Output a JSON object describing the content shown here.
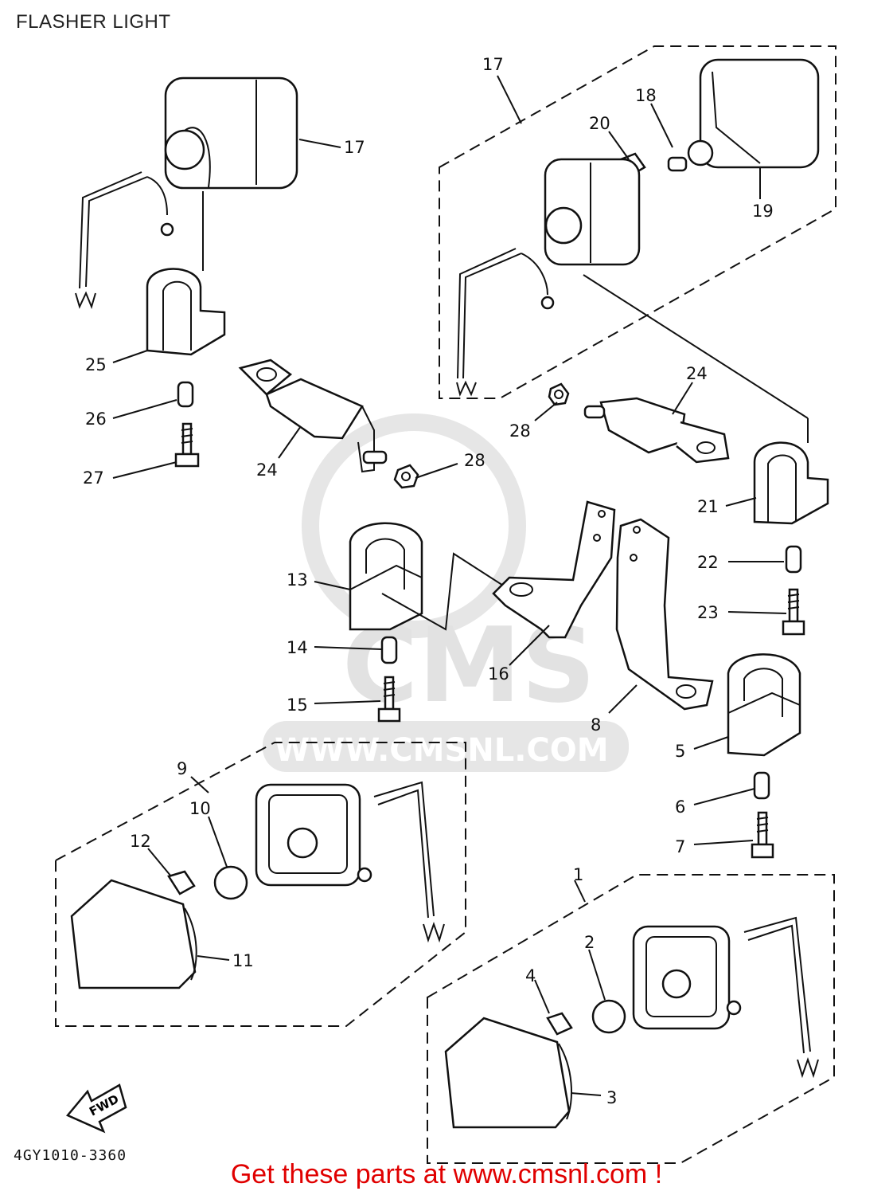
{
  "title": "FLASHER LIGHT",
  "diagram_code": "4GY1010-3360",
  "footer": "Get these parts at www.cmsnl.com !",
  "watermark": {
    "brand": "CMS",
    "url": "WWW.CMSNL.COM"
  },
  "fwd_label": "FWD",
  "callouts": [
    "1",
    "2",
    "3",
    "4",
    "5",
    "6",
    "7",
    "8",
    "9",
    "10",
    "11",
    "12",
    "13",
    "14",
    "15",
    "16",
    "17",
    "17",
    "18",
    "19",
    "20",
    "21",
    "22",
    "23",
    "24",
    "24",
    "25",
    "26",
    "27",
    "28",
    "28"
  ]
}
